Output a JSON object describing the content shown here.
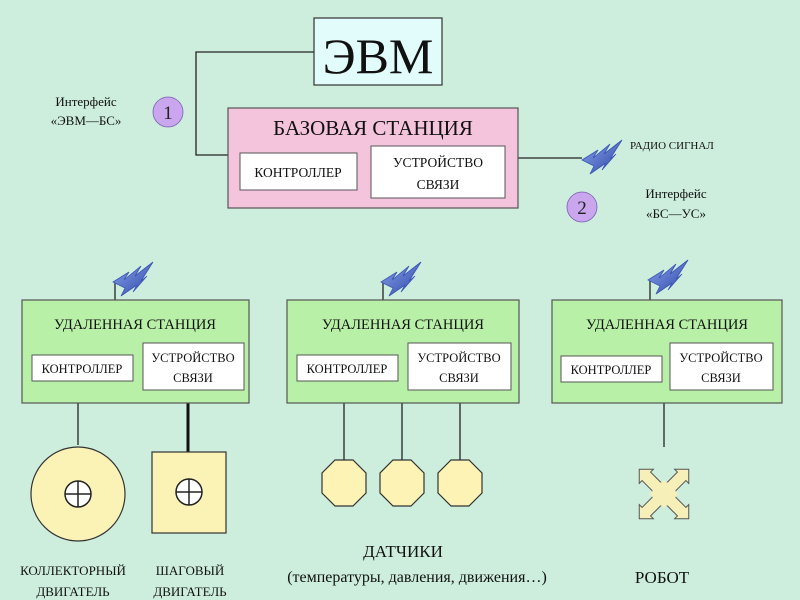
{
  "colors": {
    "background": "#cdeedd",
    "station_fill": "#b9f0a8",
    "base_station_fill": "#f4c3dc",
    "evm_fill": "#e2fbfb",
    "circle_badge": "#c9a6ee",
    "antenna": "#5a72c8",
    "motor_fill": "#fbf2b6",
    "robot_fill": "#f7efb8",
    "sensor_fill": "#fcf3b4"
  },
  "evm": {
    "label": "ЭВМ"
  },
  "base_station": {
    "title": "БАЗОВАЯ СТАНЦИЯ",
    "controller": "КОНТРОЛЛЕР",
    "comm_line1": "УСТРОЙСТВО",
    "comm_line2": "СВЯЗИ"
  },
  "interface1": {
    "number": "1",
    "line1": "Интерфейс",
    "line2": "«ЭВМ—БС»"
  },
  "interface2": {
    "number": "2",
    "line1": "Интерфейс",
    "line2": "«БС—УС»"
  },
  "radio_signal": "РАДИО СИГНАЛ",
  "remote_stations": [
    {
      "title": "УДАЛЕННАЯ СТАНЦИЯ",
      "controller": "КОНТРОЛЛЕР",
      "comm_line1": "УСТРОЙСТВО",
      "comm_line2": "СВЯЗИ"
    },
    {
      "title": "УДАЛЕННАЯ СТАНЦИЯ",
      "controller": "КОНТРОЛЛЕР",
      "comm_line1": "УСТРОЙСТВО",
      "comm_line2": "СВЯЗИ"
    },
    {
      "title": "УДАЛЕННАЯ СТАНЦИЯ",
      "controller": "КОНТРОЛЛЕР",
      "comm_line1": "УСТРОЙСТВО",
      "comm_line2": "СВЯЗИ"
    }
  ],
  "collector_motor": {
    "line1": "КОЛЛЕКТОРНЫЙ",
    "line2": "ДВИГАТЕЛЬ"
  },
  "stepper_motor": {
    "line1": "ШАГОВЫЙ",
    "line2": "ДВИГАТЕЛЬ"
  },
  "sensors": {
    "title": "ДАТЧИКИ",
    "subtitle": "(температуры, давления, движения…)"
  },
  "robot": {
    "label": "РОБОТ"
  }
}
